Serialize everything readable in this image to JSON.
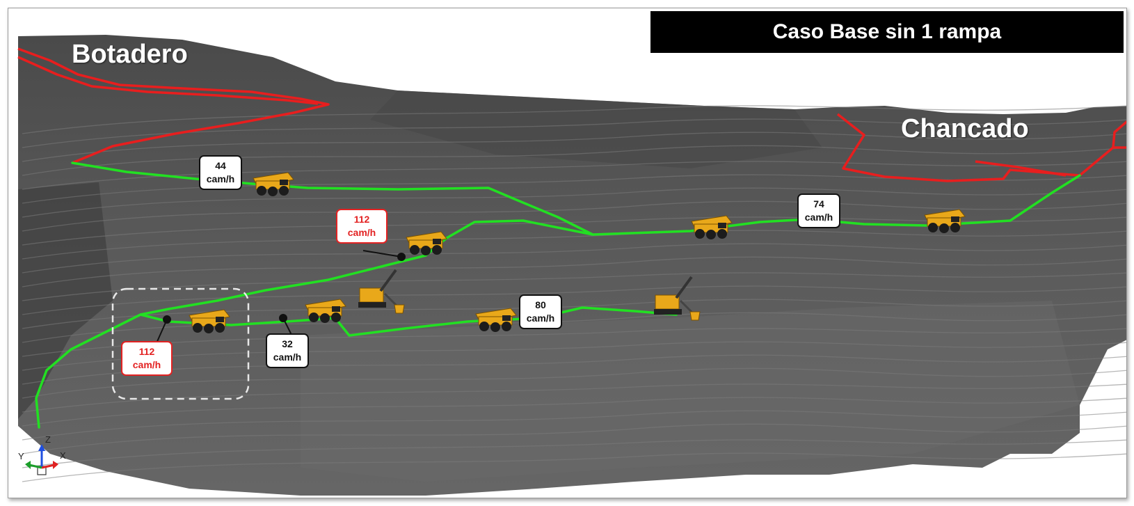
{
  "title": "Caso Base sin 1 rampa",
  "zones": {
    "dump": "Botadero",
    "crusher": "Chancado"
  },
  "haul_rates": [
    {
      "value": "44",
      "unit": "cam/h",
      "alert": false
    },
    {
      "value": "112",
      "unit": "cam/h",
      "alert": true
    },
    {
      "value": "74",
      "unit": "cam/h",
      "alert": false
    },
    {
      "value": "80",
      "unit": "cam/h",
      "alert": false
    },
    {
      "value": "32",
      "unit": "cam/h",
      "alert": false
    },
    {
      "value": "112",
      "unit": "cam/h",
      "alert": true
    }
  ],
  "axes": {
    "z": "Z",
    "x": "X",
    "y": "Y"
  },
  "colors": {
    "terrain": "#5a5a5a",
    "haul_route": "#22e022",
    "area_boundary": "#e81e1e",
    "alert": "#e32222",
    "truck_body": "#e9a81a"
  },
  "icons": [
    "haul-truck-icon",
    "electric-shovel-icon",
    "axis-triad-icon"
  ]
}
